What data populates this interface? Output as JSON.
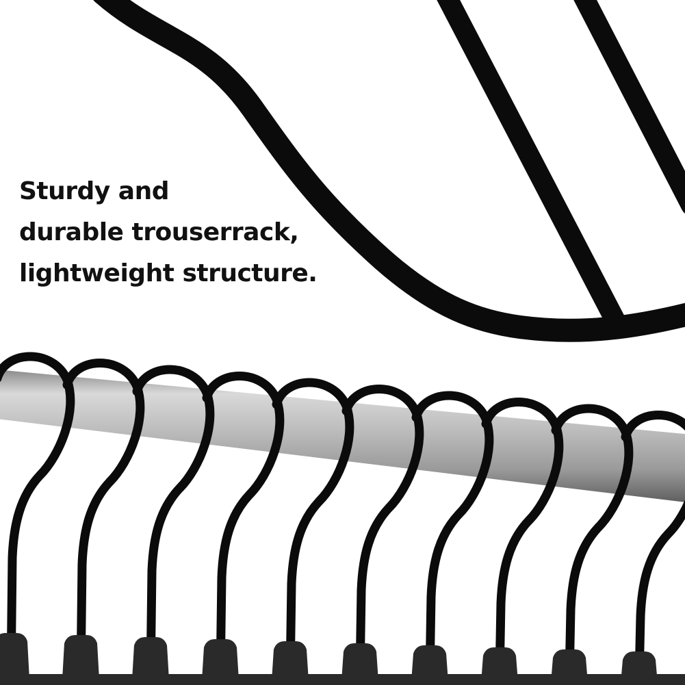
{
  "caption": {
    "line1": "Sturdy and",
    "line2": "durable trouserrack,",
    "line3": "lightweight structure."
  },
  "colors": {
    "background": "#ffffff",
    "hanger": "#0b0b0b",
    "flock": "#2a2a2a",
    "rail_highlight": "#d6d6d6",
    "rail_mid": "#a9a9a9",
    "rail_shadow": "#6f6f6f",
    "text": "#111111"
  },
  "hanger_count": 10
}
